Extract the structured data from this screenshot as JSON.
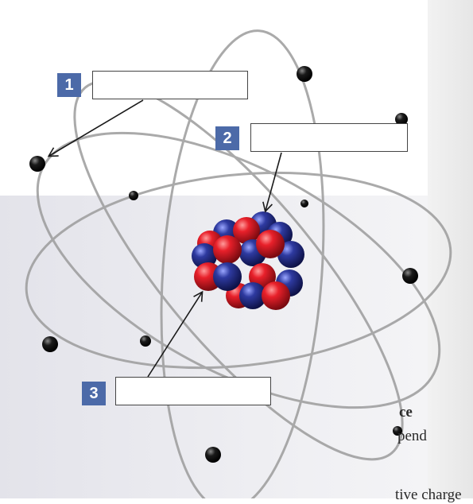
{
  "labels": [
    {
      "number": "1",
      "answer": "",
      "points_to": "electron"
    },
    {
      "number": "2",
      "answer": "",
      "points_to": "nucleus"
    },
    {
      "number": "3",
      "answer": "",
      "points_to": "proton"
    }
  ],
  "text_fragments": {
    "heading_fragment": "ce",
    "line_fragment": "pend",
    "bottom_fragment": "tive charge"
  },
  "colors": {
    "badge": "#4c6aa8",
    "proton": "#e0202a",
    "neutron": "#2c3590",
    "electron": "#1a1a1a",
    "orbit": "#9a9a9a"
  }
}
